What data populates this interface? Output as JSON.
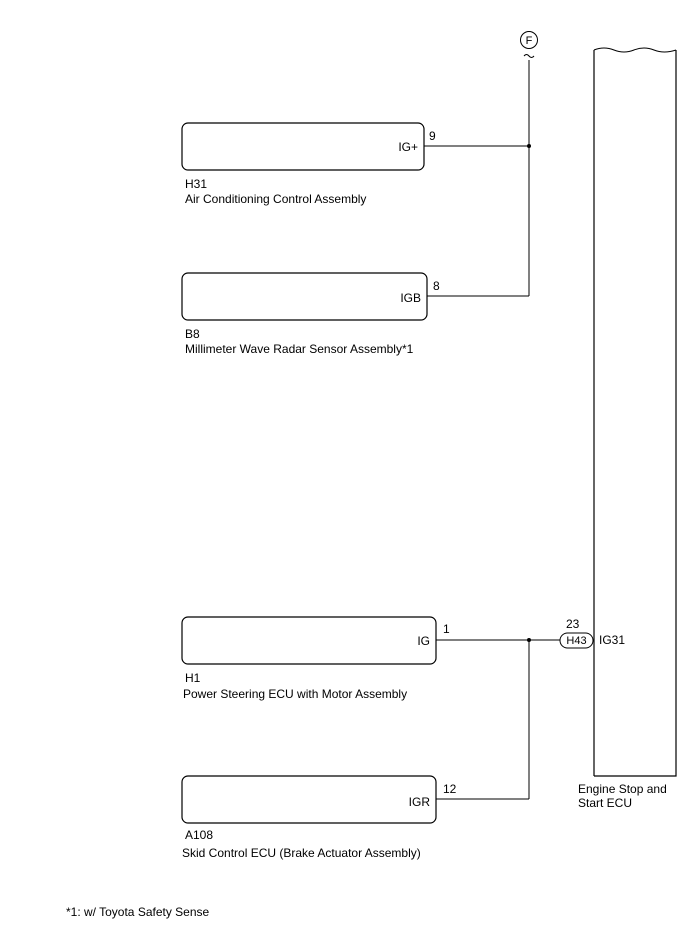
{
  "connector_ref": "F",
  "components": [
    {
      "id": "H31",
      "name": "Air Conditioning Control Assembly",
      "terminal": "IG+",
      "pin": "9"
    },
    {
      "id": "B8",
      "name": "Millimeter Wave Radar Sensor Assembly*1",
      "terminal": "IGB",
      "pin": "8"
    },
    {
      "id": "H1",
      "name": "Power Steering ECU with Motor Assembly",
      "terminal": "IG",
      "pin": "1"
    },
    {
      "id": "A108",
      "name": "Skid Control ECU (Brake Actuator Assembly)",
      "terminal": "IGR",
      "pin": "12"
    }
  ],
  "main_ecu": {
    "name_line1": "Engine Stop and",
    "name_line2": "Start ECU",
    "terminal": "IG31",
    "pin": "23",
    "connector": "H43"
  },
  "footnote": "*1: w/ Toyota Safety Sense"
}
